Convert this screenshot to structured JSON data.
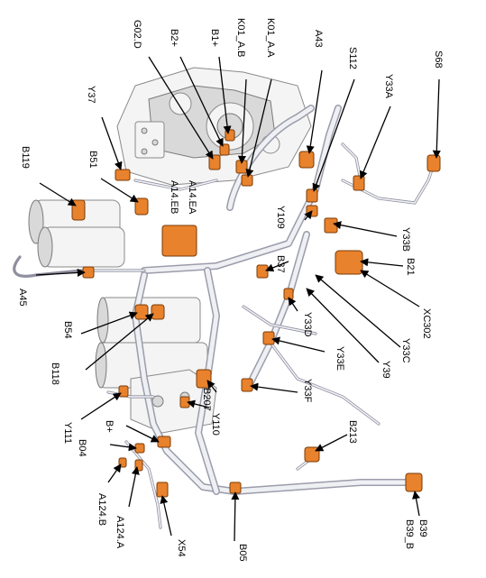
{
  "colors": {
    "connector": "#e8822c",
    "harness": "#9c9cab",
    "label": "#000000"
  },
  "labels": {
    "g02d": "G02.D",
    "b2plus": "B2+",
    "b1plus": "B1+",
    "k01ab": "K01_A.B",
    "k01aa": "K01_A.A",
    "a43": "A43",
    "s112": "S112",
    "y33a": "Y33A",
    "s68": "S68",
    "y37": "Y37",
    "b119": "B119",
    "b51": "B51",
    "a14eb": "A14.EB",
    "a14ea": "A14.EA",
    "y109": "Y109",
    "y33b": "Y33B",
    "b21": "B21",
    "b37": "B37",
    "xc302": "XC302",
    "a45": "A45",
    "y33d": "Y33D",
    "y33c": "Y33C",
    "b54": "B54",
    "y33e": "Y33E",
    "y39": "Y39",
    "b118": "B118",
    "b207": "B207",
    "y33f": "Y33F",
    "y110": "Y110",
    "y111": "Y111",
    "bplus": "B+",
    "b04": "B04",
    "b213": "B213",
    "a124b": "A124.B",
    "a124a": "A124.A",
    "x54": "X54",
    "b05": "B05",
    "b39": "B39",
    "b39b": "B39_B"
  }
}
